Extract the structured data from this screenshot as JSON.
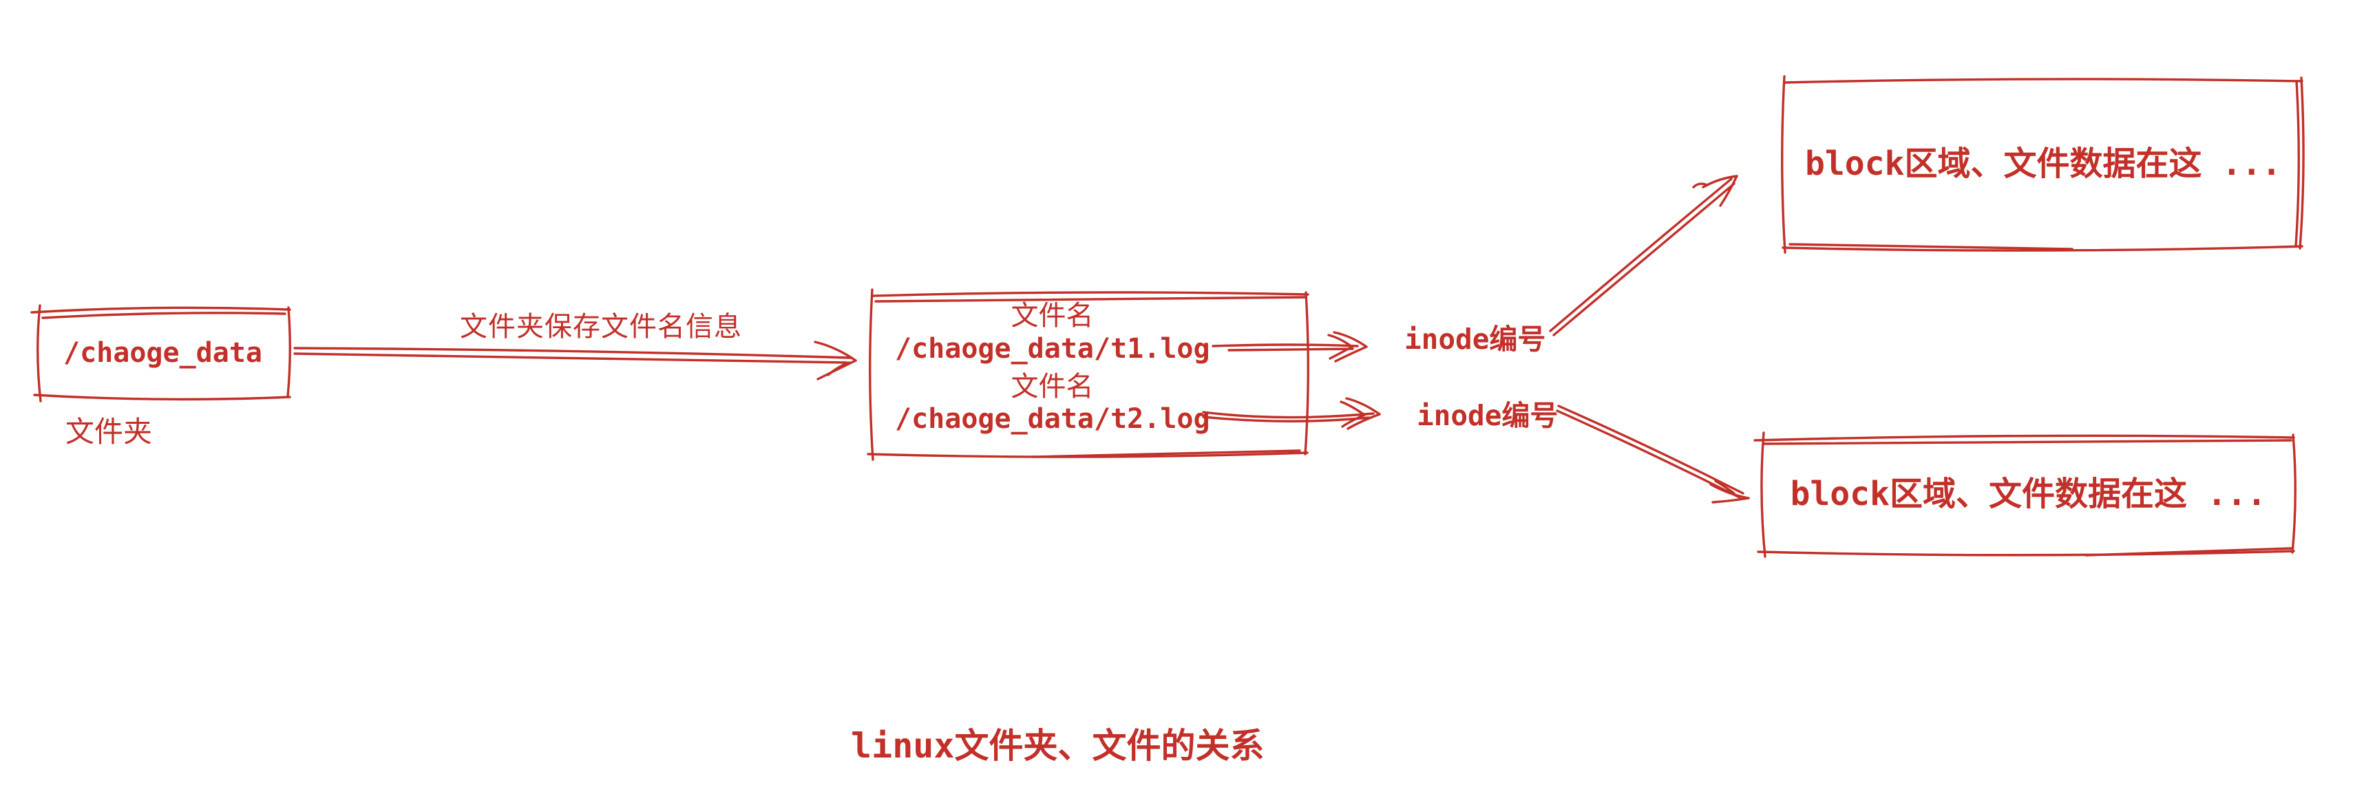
{
  "diagram": {
    "accent_color": "#c23029",
    "title": "linux文件夹、文件的关系",
    "folder_box": {
      "label": "/chaoge_data",
      "caption": "文件夹"
    },
    "flow_arrow_label": "文件夹保存文件名信息",
    "directory_box": {
      "entries": [
        {
          "header": "文件名",
          "path": "/chaoge_data/t1.log",
          "target": "inode编号"
        },
        {
          "header": "文件名",
          "path": "/chaoge_data/t2.log",
          "target": "inode编号"
        }
      ]
    },
    "block_boxes": {
      "top": "block区域、文件数据在这 ...",
      "bottom": "block区域、文件数据在这 ..."
    }
  }
}
